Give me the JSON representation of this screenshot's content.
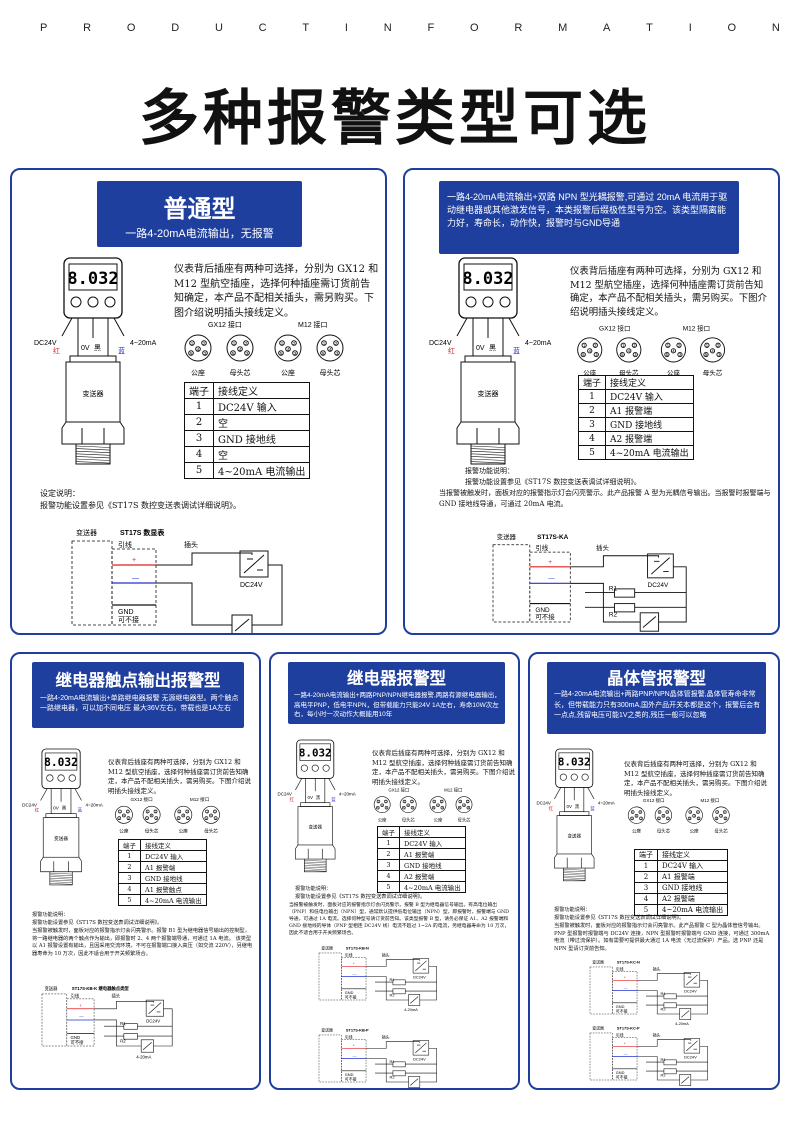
{
  "header": {
    "product_information": [
      "P",
      "R",
      "O",
      "D",
      "U",
      "C",
      "T",
      "I",
      "N",
      "F",
      "O",
      "R",
      "M",
      "A",
      "T",
      "I",
      "O",
      "N"
    ],
    "title": "多种报警类型可选"
  },
  "common": {
    "intro": "仪表背后插座有两种可选择，分别为 GX12 和 M12 型航空插座，选择何种插座需订货前告知确定，本产品不配相关插头，需另购买。下图介绍说明插头接线定义。",
    "display_value": "8.032",
    "gx12_label": "GX12 接口",
    "m12_label": "M12 接口",
    "male_label": "公座",
    "female_label": "母头芯",
    "transmitter": "变送器",
    "table_header": [
      "端子",
      "接线定义"
    ],
    "dc24v": "DC24V",
    "mA": "4~20mA",
    "zero_v": "0V",
    "red": "红",
    "blue": "蓝",
    "black": "黑",
    "lead": "引线",
    "plug": "插头",
    "gnd": "GND",
    "optional": "可不接",
    "loop": "4-20mA"
  },
  "panels": {
    "p1": {
      "title": "普通型",
      "subtitle": "一路4-20mA电流输出，无报警",
      "rows": [
        [
          "1",
          "DC24V 输入"
        ],
        [
          "2",
          "空"
        ],
        [
          "3",
          "GND 接地线"
        ],
        [
          "4",
          "空"
        ],
        [
          "5",
          "4~20mA 电流输出"
        ]
      ],
      "note1": "设定说明：",
      "note2": "报警功能设置参见《ST17S 数控变送表调试详细说明》。",
      "meter": "ST17S 数显表"
    },
    "p2": {
      "subtitle": "一路4-20mA电流输出+双路 NPN 型光耦报警,可通过 20mA 电流用于驱动继电器或其他激发信号，本类报警后缀极性型号为空。该类型隔离能力好，寿命长，动作快，报警时与GND导通",
      "rows": [
        [
          "1",
          "DC24V 输入"
        ],
        [
          "2",
          "A1 报警端"
        ],
        [
          "3",
          "GND 接地线"
        ],
        [
          "4",
          "A2 报警端"
        ],
        [
          "5",
          "4~20mA 电流输出"
        ]
      ],
      "note1": "报警功能说明：",
      "note2": "报警功能设置参见《ST17S 数控变送表调试详细说明》。",
      "note3": "当报警被触发时，面板对应的报警指示灯会闪亮警示。此产品报警 A 型为光耦信号输出。当报警时报警端与 GND 接地线导通，可通过 20mA 电流。",
      "meter": "ST17S-KA"
    },
    "p3": {
      "title": "继电器触点输出报警型",
      "subtitle": "一路4-20mA电流输出+单路继电器报警 无源继电器型。两个触点一路继电器，可以加不同电压 最大36V左右，带载也是1A左右",
      "rows": [
        [
          "1",
          "DC24V 输入"
        ],
        [
          "2",
          "A1 报警端"
        ],
        [
          "3",
          "GND 接地线"
        ],
        [
          "4",
          "A1 报警触点"
        ],
        [
          "5",
          "4~20mA 电流输出"
        ]
      ],
      "note1": "报警功能说明：",
      "note2": "报警功能设置参见《ST17S 数控变送表调试详细说明》。",
      "note3": "当报警被触发时，面板对应的报警指示灯会闪亮警示。报警 B1 型为继电器信号输出的控制型，将一路继电器的两个触点作为输出，即报警时 2、4 两个报警端导通，可通过 1A 电流。 该类型以 A1 报警设置有输出，且因采用交流环境，不可在报警端口接入高压（如交流 220V），另继电器寿命为 10 万次，因此不适合用于开关频繁场合。",
      "meter": "ST17S-KB-K 继电器触点类型"
    },
    "p4": {
      "title": "继电器报警型",
      "subtitle": "一路4-20mA电流输出+两路PNP/NPN继电器报警,两路有源继电器输出，高电平PNP，低电平NPN，但带载能力只能24V 1A左右，寿命10W次左右，每小时一次动作大概能用10年",
      "rows": [
        [
          "1",
          "DC24V 输入"
        ],
        [
          "2",
          "A1 报警端"
        ],
        [
          "3",
          "GND 接地线"
        ],
        [
          "4",
          "A2 报警端"
        ],
        [
          "5",
          "4~20mA 电流输出"
        ]
      ],
      "note1": "报警功能说明：",
      "note2": "报警功能设置参见《ST17S 数控变送表调试详细说明》。",
      "note3": "当报警被触发时，面板对应的报警指示灯会闪亮警示。报警 B 型为继电器信号输出。有高电位输出（PNP）和低电位输出（NPN）型，通常默认提供低电位输出（NPN）型，即报警时，报警端与 GND 导通，可通过 1A 电流。选择何种型号请订货前告知。该类型报警 B 型，请务必保证 A1、A2 报警端和 GND 接地线的导体（PNP 型相连 DC24V 线）电流不超过 1~2A 的电流，另继电器寿命为 10 万次，因此不适合用于开关频繁场合。",
      "meter1": "ST17S-KB-N",
      "meter2": "ST17S-KB-P"
    },
    "p5": {
      "title": "晶体管报警型",
      "subtitle": "一路4-20mA电流输出+两路PNP/NPN晶体管报警,晶体管寿命非常长，但带载能力只有300mA,国外产品开关本都是这个，报警后会有一点点,残留电压可能1V之类的,残压一般可以忽略",
      "rows": [
        [
          "1",
          "DC24V 输入"
        ],
        [
          "2",
          "A1 报警端"
        ],
        [
          "3",
          "GND 接地线"
        ],
        [
          "4",
          "A2 报警端"
        ],
        [
          "5",
          "4~20mA 电流输出"
        ]
      ],
      "note1": "报警功能说明：",
      "note2": "报警功能设置参见《ST17S 数控变送表调试详细说明》。",
      "note3": "当报警被触发时，面板对应的报警指示灯会闪亮警示。此产品报警 C 型为晶体管信号输出。PNP 型报警时报警端与 DC24V 连接，NPN 型报警时报警端与 GND 连接，可通过 300mA 电流（带过流保护）。如有需要可提供最大通过 1A 电流（无过流保护）产品。选 PNP 还是 NPN 型请订货前告知。",
      "meter1": "ST17S-KC-N",
      "meter2": "ST17S-KC-P"
    }
  }
}
